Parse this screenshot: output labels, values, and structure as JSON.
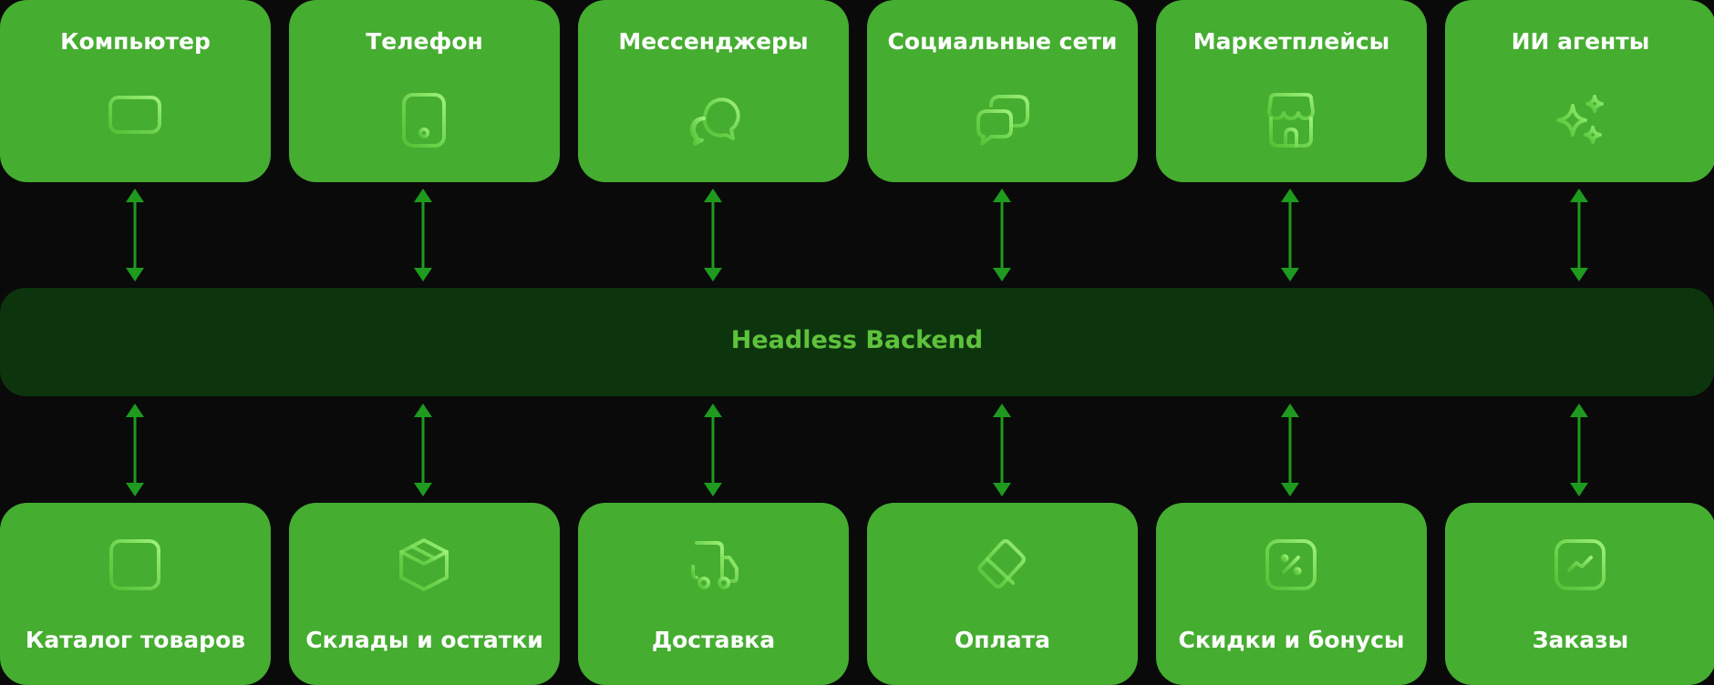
{
  "colors": {
    "background": "#0a0a0a",
    "card": "#45ad30",
    "backend": "#0c350e",
    "backend_text": "#5fc23c",
    "arrow": "#1e9a1e",
    "icon_stroke": "#7ee85a"
  },
  "channels": [
    {
      "label": "Компьютер",
      "icon": "monitor-icon"
    },
    {
      "label": "Телефон",
      "icon": "phone-icon"
    },
    {
      "label": "Мессенджеры",
      "icon": "chat-bubbles-icon"
    },
    {
      "label": "Социальные сети",
      "icon": "social-messages-icon"
    },
    {
      "label": "Маркетплейсы",
      "icon": "storefront-icon"
    },
    {
      "label": "ИИ агенты",
      "icon": "sparkles-icon"
    }
  ],
  "backend": {
    "label": "Headless Backend"
  },
  "services": [
    {
      "label": "Каталог товаров",
      "icon": "grid-icon"
    },
    {
      "label": "Склады и остатки",
      "icon": "box-icon"
    },
    {
      "label": "Доставка",
      "icon": "delivery-truck-icon"
    },
    {
      "label": "Оплата",
      "icon": "payment-card-icon"
    },
    {
      "label": "Скидки и бонусы",
      "icon": "discount-icon"
    },
    {
      "label": "Заказы",
      "icon": "trend-chart-icon"
    }
  ]
}
